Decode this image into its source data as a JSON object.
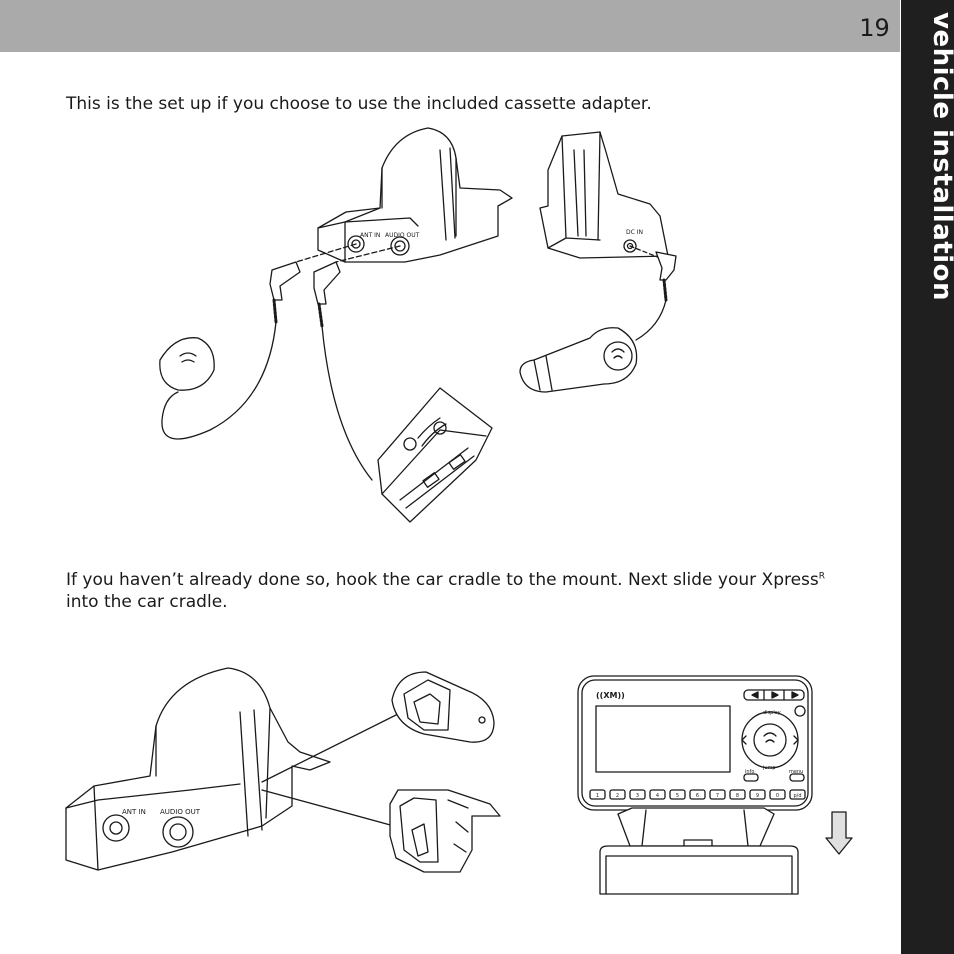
{
  "header": {
    "page_number": "19",
    "section_title": "vehicle installation"
  },
  "paragraphs": {
    "intro": "This is the set up if you choose to use the included cassette adapter.",
    "step_part1": "If you haven’t already done so, hook the car cradle to the mount.  Next slide your Xpress",
    "step_sup": "R",
    "step_part2": " into the car cradle."
  },
  "illustration_labels": {
    "ant_in": "ANT IN",
    "audio_out": "AUDIO OUT",
    "dc_in": "DC IN",
    "xm_logo": "((XM))",
    "display": "display",
    "jump": "jump",
    "info": "info",
    "menu": "menu",
    "keypad": [
      "1",
      "2",
      "3",
      "4",
      "5",
      "6",
      "7",
      "8",
      "9",
      "0",
      "p/d"
    ]
  },
  "colors": {
    "header_bar": "#aaaaaa",
    "side_tab": "#1f1f1f"
  }
}
